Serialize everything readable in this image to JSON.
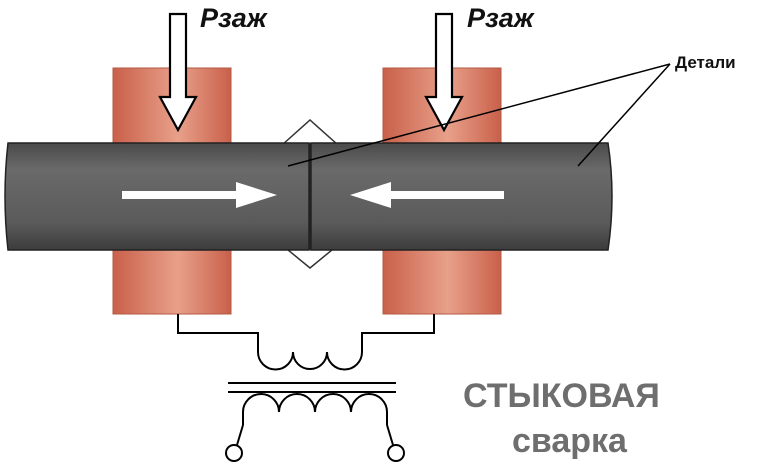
{
  "labels": {
    "force_left": "Рзаж",
    "force_right": "Рзаж",
    "parts": "Детали",
    "caption_line1": "СТЫКОВАЯ",
    "caption_line2": "сварка"
  },
  "icons": {
    "press_arrow": "down-arrow-icon",
    "motion_arrow_right": "right-arrow-icon",
    "motion_arrow_left": "left-arrow-icon"
  },
  "colors": {
    "clamp": "#d97a5e",
    "clamp_highlight": "#e7a58f",
    "rod": "#5a5a5a",
    "rod_dark": "#3a3a3a",
    "caption": "#6e6e6e",
    "line": "#000000"
  }
}
